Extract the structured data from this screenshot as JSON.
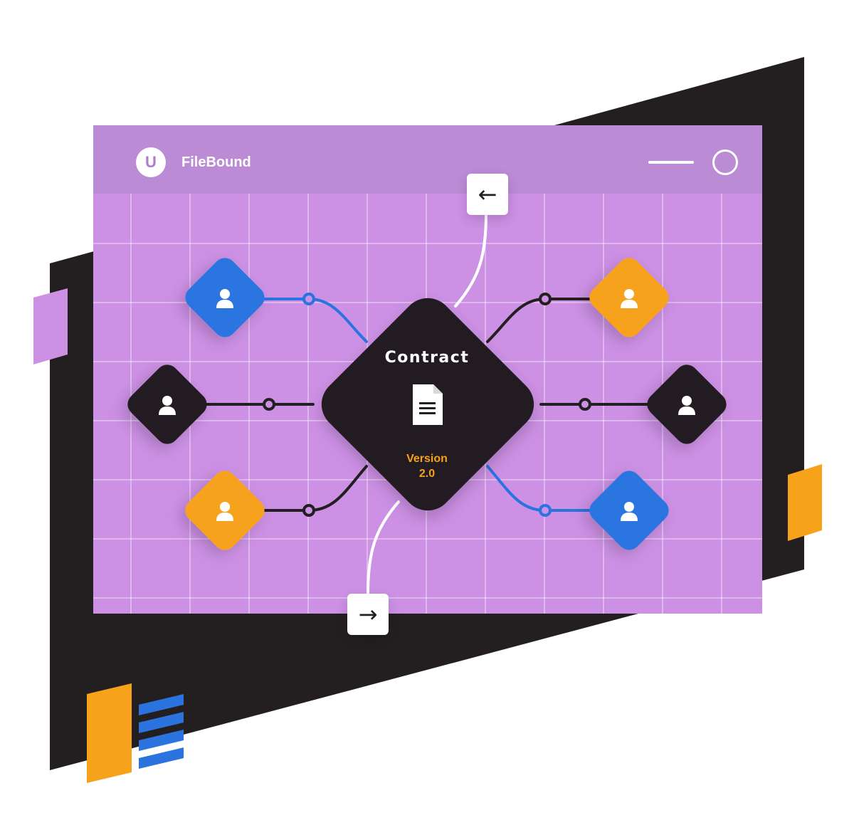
{
  "window": {
    "app_title": "FileBound",
    "logo_letter": "U"
  },
  "diagram": {
    "center_title": "Contract",
    "center_icon": "document-icon",
    "version_label": "Version",
    "version_number": "2.0",
    "nav_up_icon": "arrow-left-icon",
    "nav_down_icon": "arrow-right-icon",
    "nodes": [
      {
        "icon": "user-icon",
        "color": "#2b74e0"
      },
      {
        "icon": "user-icon",
        "color": "#231f20"
      },
      {
        "icon": "user-icon",
        "color": "#f7a21b"
      },
      {
        "icon": "user-icon",
        "color": "#f7a21b"
      },
      {
        "icon": "user-icon",
        "color": "#231f20"
      },
      {
        "icon": "user-icon",
        "color": "#2b74e0"
      }
    ]
  },
  "colors": {
    "accent_purple": "#cc90e4",
    "titlebar_purple": "#bb8bd6",
    "dark": "#231f20",
    "orange": "#f7a21b",
    "blue": "#2b74e0"
  }
}
